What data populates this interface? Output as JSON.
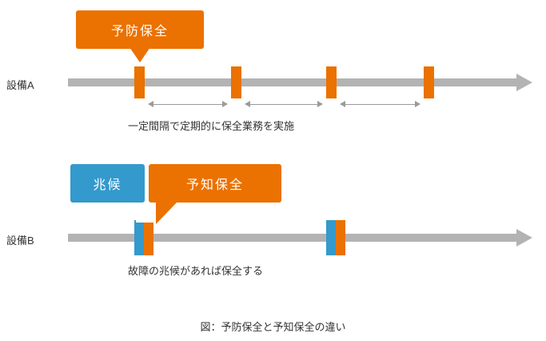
{
  "colors": {
    "orange": "#EB7100",
    "blue": "#3499CC",
    "timeline": "#B3B3B3",
    "interval_arrow": "#9A9A9A",
    "text": "#333333"
  },
  "equipment_a": {
    "label": "設備A",
    "callout_label": "予防保全",
    "note": "一定間隔で定期的に保全業務を実施",
    "marker_count": 4
  },
  "equipment_b": {
    "label": "設備B",
    "sign_callout_label": "兆候",
    "callout_label": "予知保全",
    "note": "故障の兆候があれば保全する",
    "marker_count": 2
  },
  "caption": "図：予防保全と予知保全の違い"
}
